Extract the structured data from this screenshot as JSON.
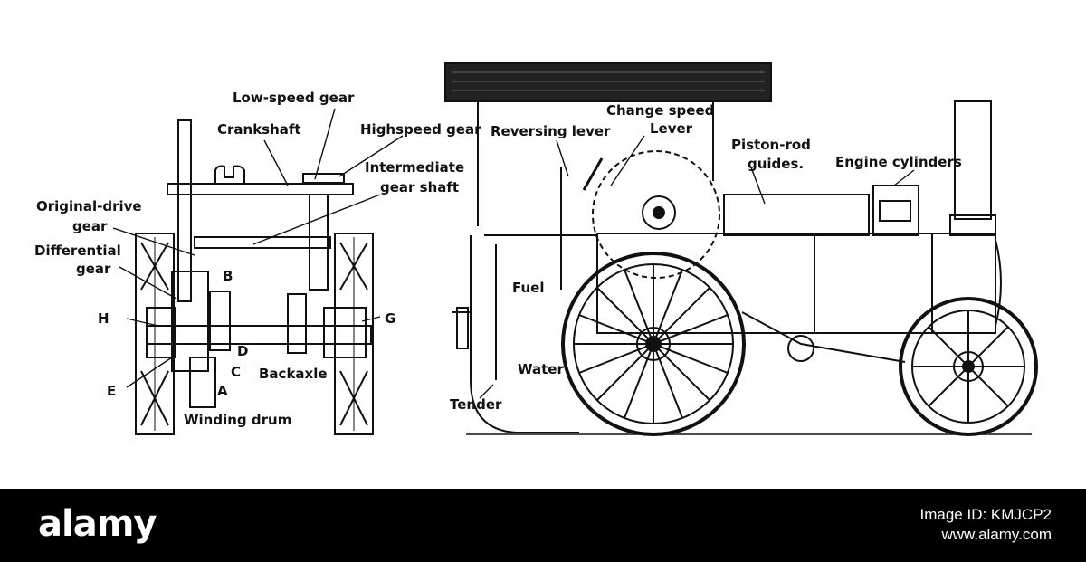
{
  "labels": {
    "low_speed_gear": "Low-speed gear",
    "crankshaft": "Crankshaft",
    "high_speed_gear": "Highspeed gear",
    "intermediate_gear_shaft_1": "Intermediate",
    "intermediate_gear_shaft_2": "gear shaft",
    "original_drive_gear_1": "Original-drive",
    "original_drive_gear_2": "gear",
    "differential_gear_1": "Differential",
    "differential_gear_2": "gear",
    "b": "B",
    "h": "H",
    "g": "G",
    "d": "D",
    "c": "C",
    "e": "E",
    "a": "A",
    "back_axle": "Backaxle",
    "winding_drum": "Winding drum",
    "reversing_lever": "Reversing lever",
    "change_speed_lever_1": "Change speed",
    "change_speed_lever_2": "Lever",
    "piston_rod_guides_1": "Piston-rod",
    "piston_rod_guides_2": "guides.",
    "engine_cylinders": "Engine cylinders",
    "fuel": "Fuel",
    "water": "Water",
    "tender": "Tender"
  },
  "footer": {
    "brand": "alamy",
    "image_id": "Image ID: KMJCP2",
    "site": "www.alamy.com"
  }
}
